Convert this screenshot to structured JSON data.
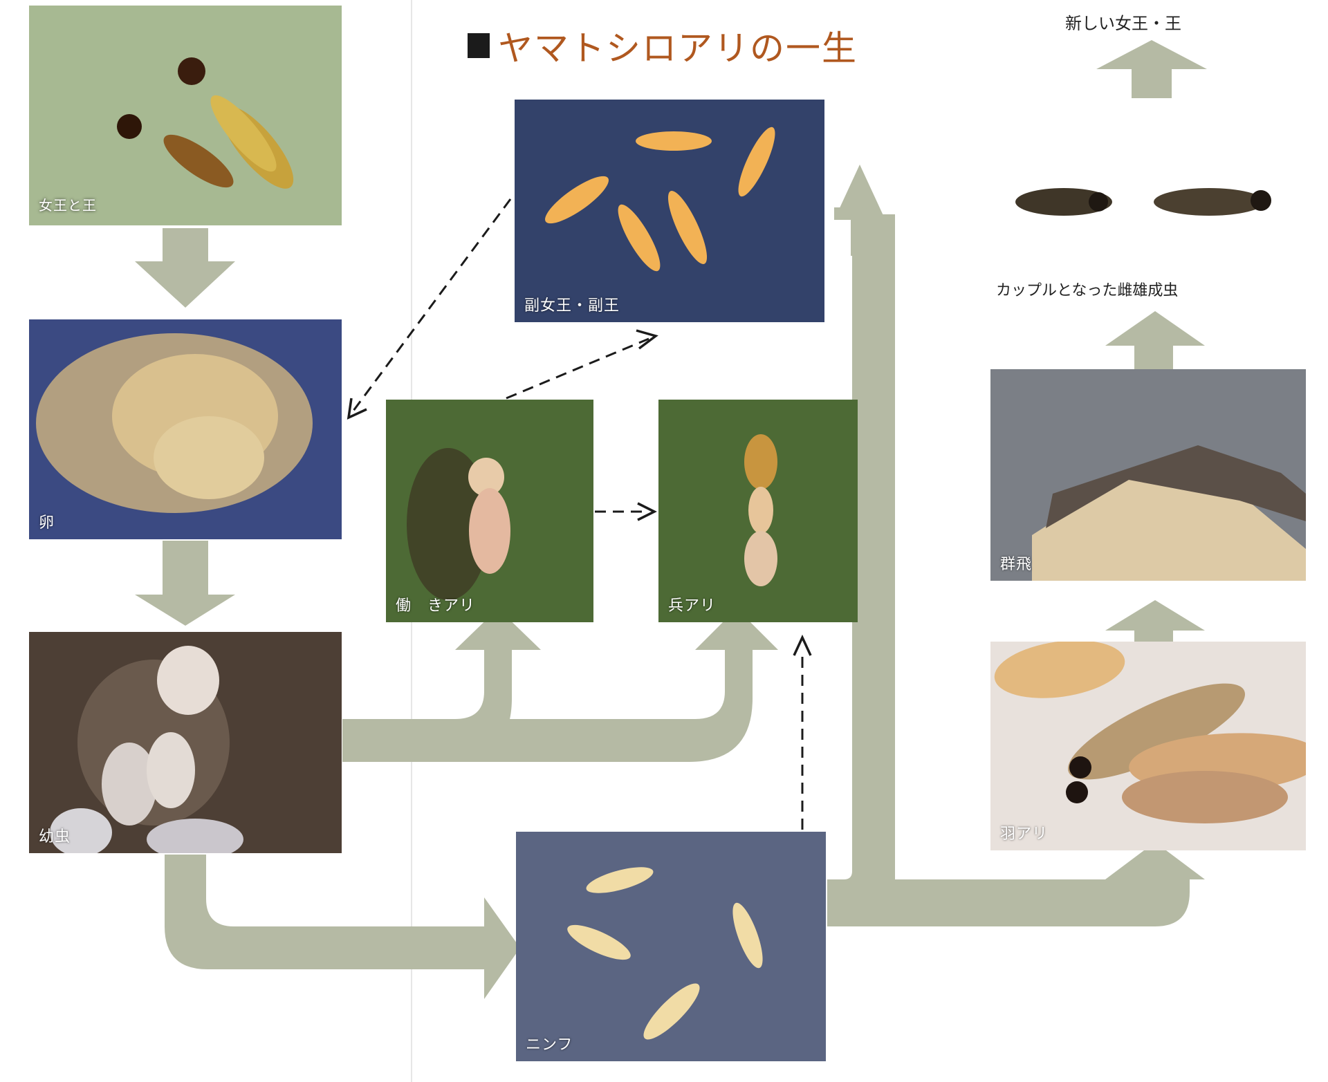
{
  "title": "ヤマトシロアリの一生",
  "top_right_label": "新しい女王・王",
  "couple_caption": "カップルとなった雌雄成虫",
  "photos": {
    "queen_king": "女王と王",
    "eggs": "卵",
    "larvae": "幼虫",
    "worker": "働　きアリ",
    "soldier": "兵アリ",
    "secondary": "副女王・副王",
    "nymph": "ニンフ",
    "swarm": "群飛",
    "alates": "羽アリ"
  },
  "colors": {
    "arrow": "#b5baa4",
    "title": "#b0581f",
    "dashed": "#1b1b1b"
  }
}
